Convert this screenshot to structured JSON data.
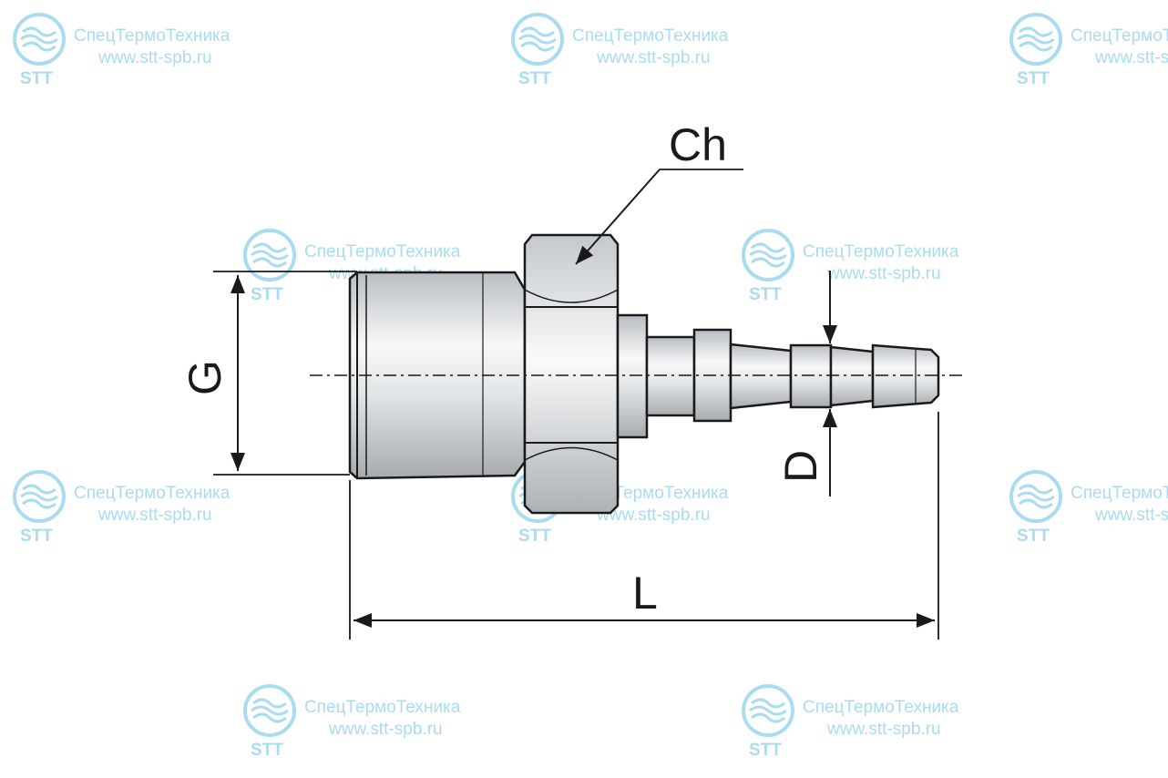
{
  "watermark": {
    "name": "СпецТермоТехника",
    "url": "www.stt-spb.ru",
    "short": "STT",
    "color": "#a9dcef"
  },
  "labels": {
    "hex": "Ch",
    "thread": "G",
    "barb": "D",
    "length": "L"
  },
  "colors": {
    "outline": "#1a1a1a",
    "metal_dark": "#b8bcc0",
    "metal_light": "#f4f5f6"
  }
}
